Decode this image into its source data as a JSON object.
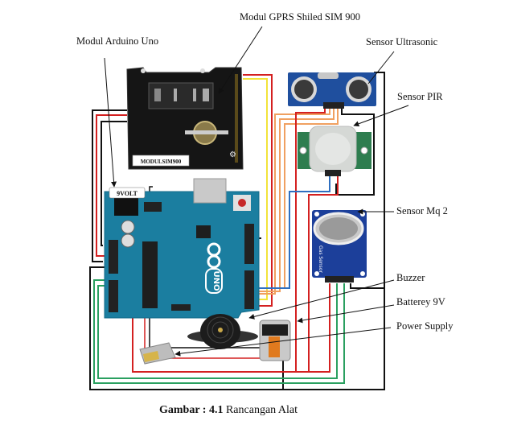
{
  "figure": {
    "caption_prefix": "Gambar : 4.1",
    "caption_text": " Rancangan Alat"
  },
  "labels": {
    "arduino": "Modul Arduino Uno",
    "gprs": "Modul GPRS Shiled SIM 900",
    "ultrasonic": "Sensor Ultrasonic",
    "pir": "Sensor PIR",
    "mq2": "Sensor Mq 2",
    "buzzer": "Buzzer",
    "battery": "Batterey 9V",
    "power_supply": "Power Supply"
  },
  "component_text": {
    "sim900_badge": "MODULSIM900",
    "arduino_power_badge": "9VOLT",
    "arduino_logo": "UNO",
    "mq2_board_text": "Gas Sensor"
  },
  "colors": {
    "arduino_board": "#1b7ea0",
    "sim900_board": "#151515",
    "ultrasonic_board": "#1f4f9e",
    "pir_board": "#2e7d4f",
    "mq2_board": "#1c3f9a",
    "wire_red": "#d42020",
    "wire_black": "#111111",
    "wire_yellow": "#f2e33a",
    "wire_orange": "#f0a060",
    "wire_blue": "#2f6fc0",
    "wire_green": "#2aa060"
  }
}
